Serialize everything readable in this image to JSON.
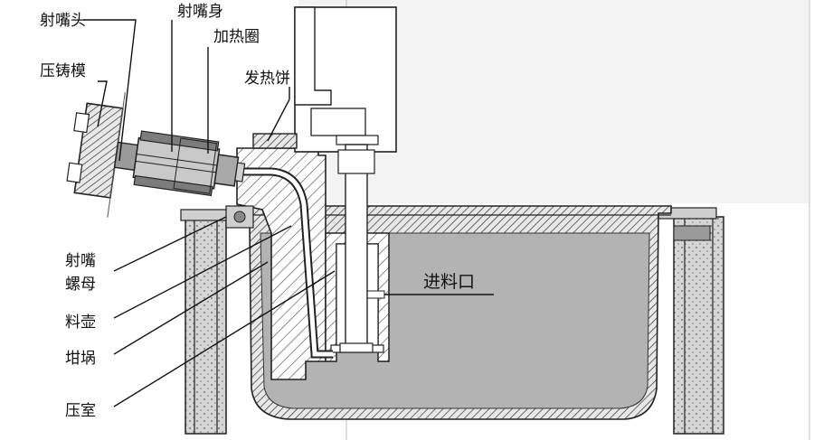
{
  "labels": {
    "nozzle_head": "射嘴头",
    "nozzle_body": "射嘴身",
    "heating_ring": "加热圈",
    "die_mold": "压铸模",
    "heating_cake": "发热饼",
    "nozzle_nut_line1": "射嘴",
    "nozzle_nut_line2": "螺母",
    "gooseneck": "料壶",
    "crucible": "坩埚",
    "pressure_chamber": "压室",
    "inlet": "进料口"
  },
  "colors": {
    "molten_metal": "#b3b3b3",
    "line": "#222222",
    "hatch": "#444444",
    "steel": "#8c8c8c"
  }
}
